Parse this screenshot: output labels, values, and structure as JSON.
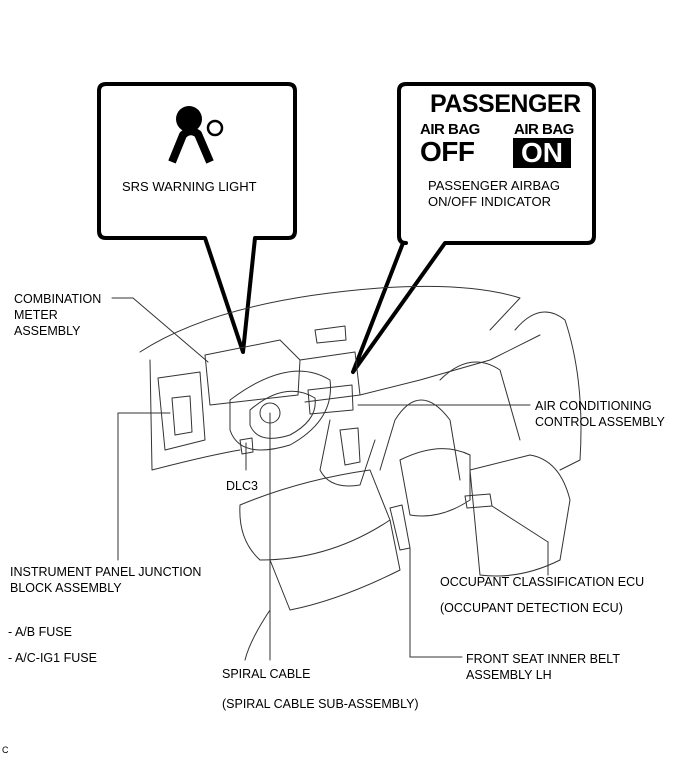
{
  "callouts": {
    "srs": {
      "label": "SRS WARNING LIGHT"
    },
    "passenger": {
      "title": "PASSENGER",
      "off_top": "AIR BAG",
      "off_bottom": "OFF",
      "on_top": "AIR BAG",
      "on_bottom": "ON",
      "label_line1": "PASSENGER AIRBAG",
      "label_line2": "ON/OFF INDICATOR"
    }
  },
  "labels": {
    "combination_meter": "COMBINATION\nMETER\nASSEMBLY",
    "air_conditioning": "AIR CONDITIONING\nCONTROL ASSEMBLY",
    "dlc3": "DLC3",
    "junction_block": "INSTRUMENT PANEL JUNCTION\nBLOCK ASSEMBLY",
    "ab_fuse": "- A/B FUSE",
    "acig1_fuse": "- A/C-IG1 FUSE",
    "occupant_ecu": "OCCUPANT CLASSIFICATION ECU",
    "occupant_detection": "(OCCUPANT DETECTION ECU)",
    "seat_belt": "FRONT SEAT INNER BELT\nASSEMBLY LH",
    "spiral_cable": "SPIRAL CABLE",
    "spiral_sub": "(SPIRAL CABLE SUB-ASSEMBLY)"
  },
  "figure_code": "C",
  "colors": {
    "ink": "#000000",
    "paper": "#ffffff",
    "line": "#333333"
  }
}
